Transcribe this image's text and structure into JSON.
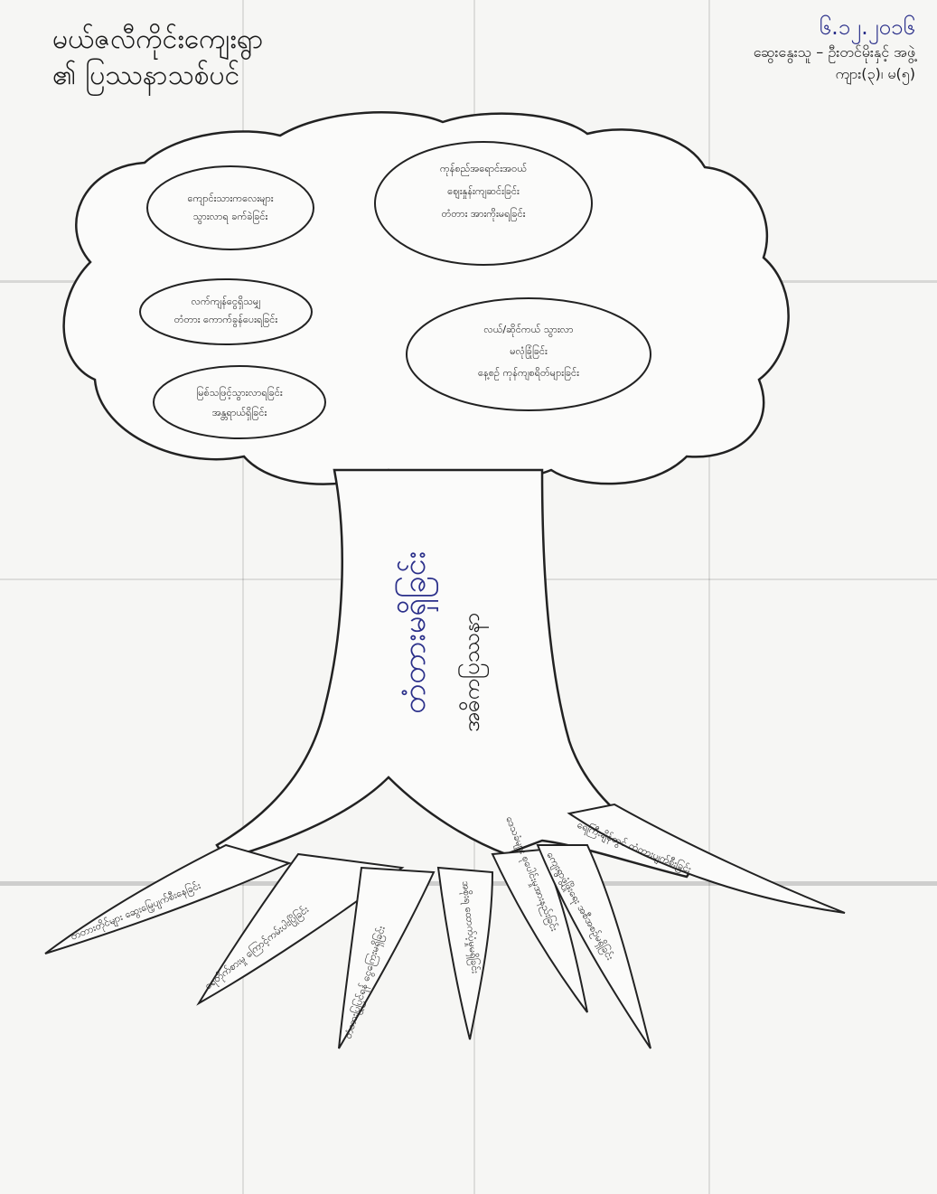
{
  "header": {
    "title_line1": "မယ်ဇလီကိုင်းကျေးရွာ",
    "title_line2": "၏ ပြဿနာသစ်ပင်",
    "date": "၆.၁၂.၂၀၁၆",
    "facilitator": "ဆွေးနွေးသူ – ဦးတင်မိုးနှင့် အဖွဲ့",
    "participants": "ကျား(၃)၊ မ(၅)"
  },
  "diagram": {
    "canopy_items": [
      {
        "line1": "ကျောင်းသားကလေးများ",
        "line2": "သွားလာရ ခက်ခဲခြင်း"
      },
      {
        "line1": "ကုန်စည်အရောင်းအဝယ်",
        "line2": "ဈေးနှုန်းကျဆင်းခြင်း",
        "line3": "တံတား အားကိုးမရခြင်း"
      },
      {
        "line1": "လက်ကျန်ငွေရှိသမျှ",
        "line2": "တံတား ကောက်ခွန်ပေးရခြင်း"
      },
      {
        "line1": "လယ်/ဆိုင်ကယ် သွားလာ",
        "line2": "မလုံခြုံခြင်း",
        "line3": "နေ့စဉ် ကုန်ကျစရိတ်များခြင်း"
      },
      {
        "line1": "မြစ်သဖြင့်သွားလာရခြင်း",
        "line2": "အန္တရာယ်ရှိခြင်း"
      }
    ],
    "trunk_main": "တံတားမရှိခြင်း",
    "trunk_sub": "အဓိကပြဿနာ",
    "roots": [
      "တံတားတိုင်များ ဆွေးမြေ့ပျက်စီးနေခြင်း",
      "ရေတိုက်စားမှု ကြောင့်ကမ်းပါးပြိုခြင်း",
      "တံတားပြုပြင်ရန် ငွေကြေးမရှိခြင်း",
      "အစိုးရ ထောက်ပံ့မှုမရှိခြင်း",
      "ဒေသခံများ စုပေါင်းမှုအားနည်းခြင်း",
      "ကျေးရွာဖွံ့ဖြိုးရေး အစီအစဉ်မရှိခြင်း",
      "ရေကြီးချိန်တွင် တံတားပျက်စီးခြင်း"
    ]
  }
}
